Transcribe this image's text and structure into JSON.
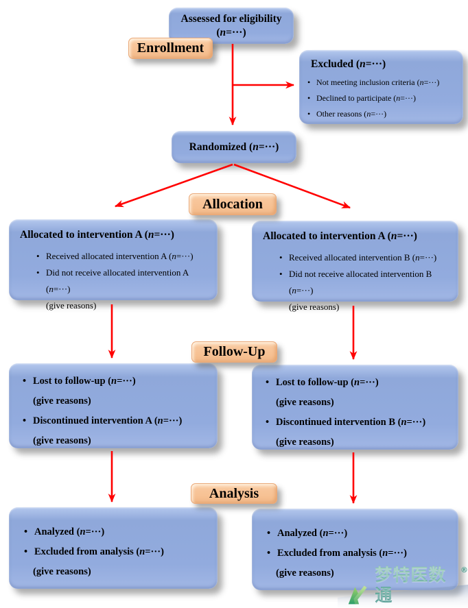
{
  "ui": {
    "bullet": "•"
  },
  "stage_labels": {
    "enrollment": "Enrollment",
    "allocation": "Allocation",
    "followup": "Follow-Up",
    "analysis": "Analysis"
  },
  "boxes": {
    "assessed": {
      "line1": "Assessed for eligibility",
      "line2": "(n=···)"
    },
    "excluded": {
      "title": "Excluded (n=···)",
      "items": [
        "Not meeting inclusion criteria (n=···)",
        "Declined to participate (n=···)",
        "Other reasons (n=···)"
      ]
    },
    "randomized": {
      "title": "Randomized (n=···)"
    },
    "alloc_left": {
      "title": "Allocated to intervention A (n=···)",
      "item1": "Received allocated intervention A (n=···)",
      "item2": "Did not receive allocated intervention A (n=···)",
      "note": "(give reasons)"
    },
    "alloc_right": {
      "title": "Allocated to intervention A (n=···)",
      "item1": "Received allocated intervention B (n=···)",
      "item2": "Did not receive allocated intervention B (n=···)",
      "note": "(give reasons)"
    },
    "followup_left": {
      "item1": "Lost to follow-up (n=···)",
      "note1": "(give reasons)",
      "item2": "Discontinued intervention A (n=···)",
      "note2": "(give reasons)"
    },
    "followup_right": {
      "item1": "Lost to follow-up (n=···)",
      "note1": "(give reasons)",
      "item2": "Discontinued intervention B (n=···)",
      "note2": "(give reasons)"
    },
    "analysis_left": {
      "item1": "Analyzed  (n=···)",
      "item2": "Excluded from analysis (n=···)",
      "note": "(give reasons)"
    },
    "analysis_right": {
      "item1": "Analyzed  (n=···)",
      "item2": "Excluded from analysis (n=···)",
      "note": "(give reasons)"
    }
  },
  "colors": {
    "box_blue": "#92abde",
    "stage_orange": "#f8c69b",
    "arrow_red": "#ff0000",
    "watermark_green": "#4c9f8f"
  },
  "watermark": {
    "text": "梦特医数通",
    "reg": "®"
  }
}
